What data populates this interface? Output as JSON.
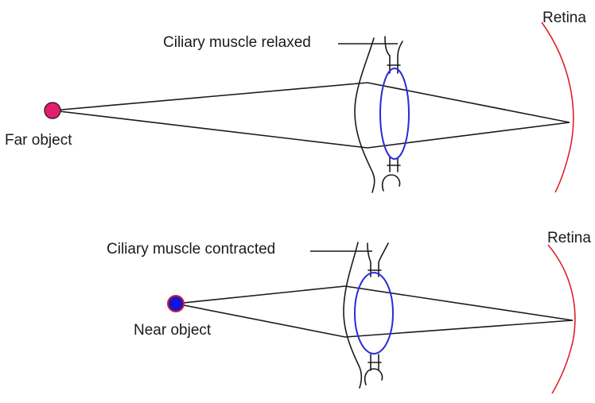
{
  "labels": {
    "top": {
      "retina": "Retina",
      "ciliary": "Ciliary muscle relaxed",
      "object": "Far object"
    },
    "bottom": {
      "retina": "Retina",
      "ciliary": "Ciliary muscle contracted",
      "object": "Near object"
    }
  },
  "colors": {
    "retina": "#e0202a",
    "lens": "#2a2ad8",
    "far_object": "#e0206e",
    "near_object": "#1414d8",
    "near_object_ring": "#d82020",
    "rays": "#1a1a1a",
    "eye_outline": "#1a1a1a"
  }
}
